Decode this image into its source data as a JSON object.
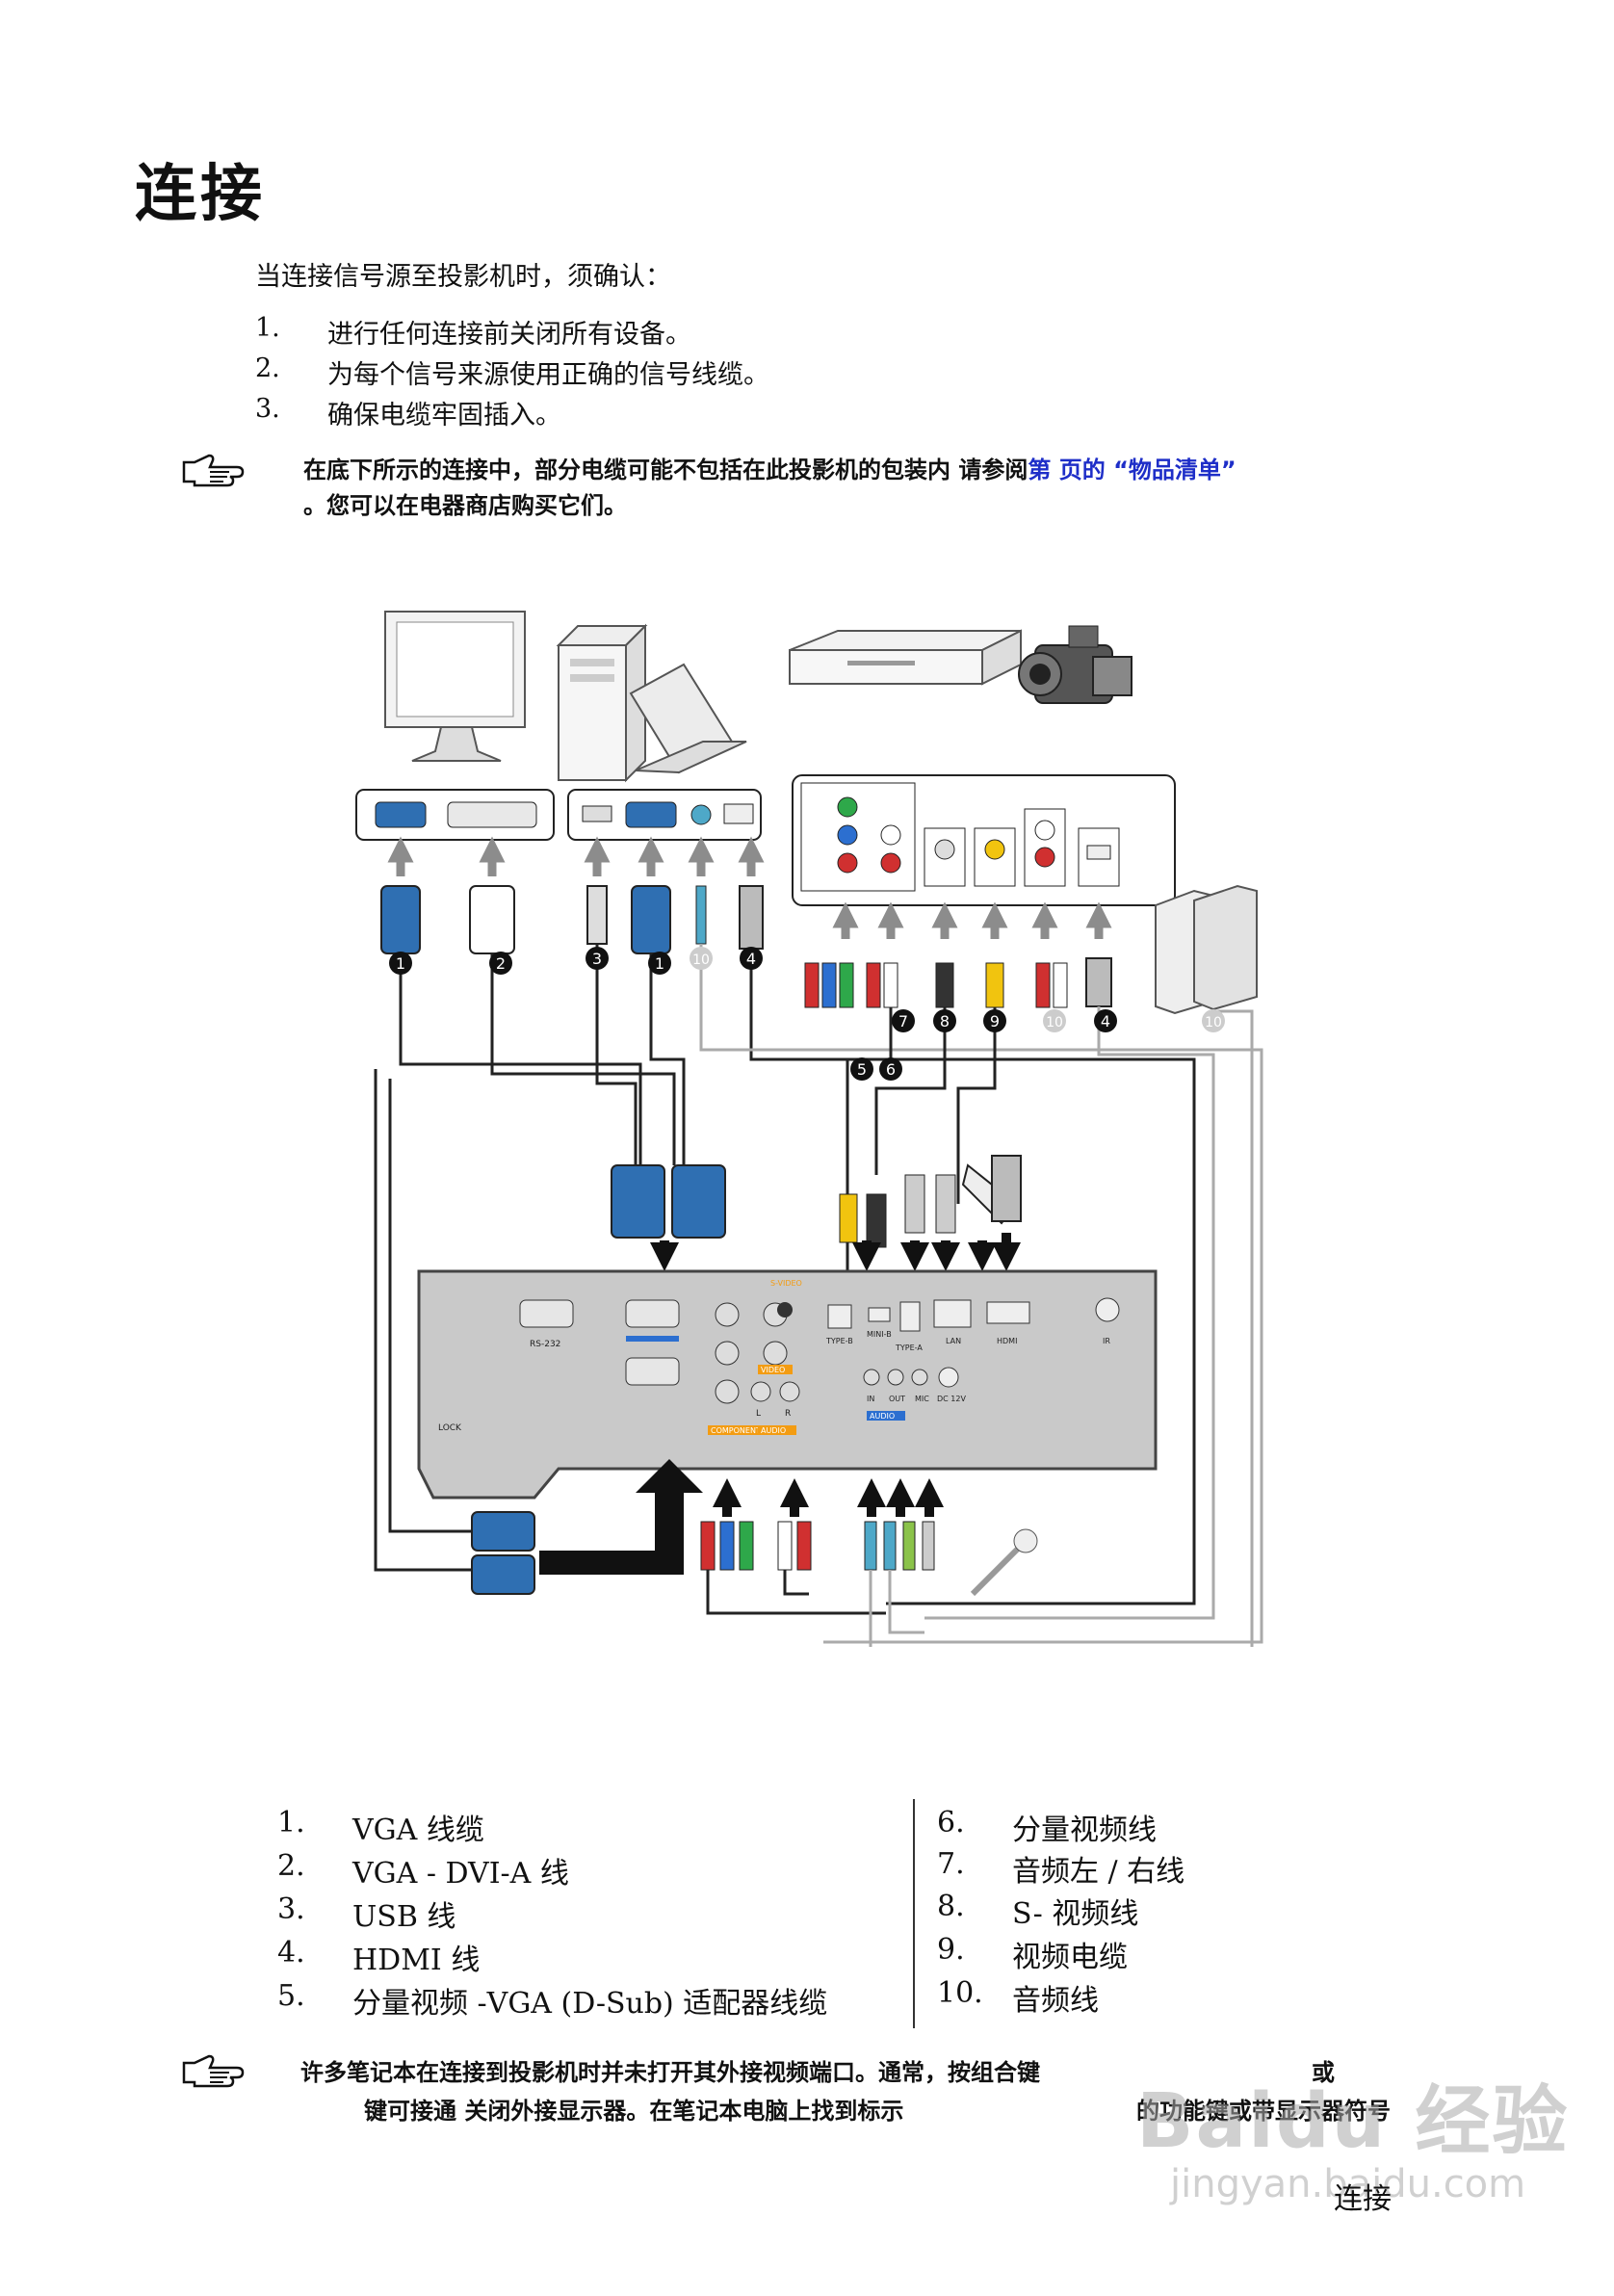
{
  "title": "连接",
  "intro": "当连接信号源至投影机时，须确认：",
  "steps": [
    {
      "num": "1.",
      "text": "进行任何连接前关闭所有设备。"
    },
    {
      "num": "2.",
      "text": "为每个信号来源使用正确的信号线缆。"
    },
    {
      "num": "3.",
      "text": "确保电缆牢固插入。"
    }
  ],
  "note1": {
    "line1_a": "在底下所示的连接中，部分电缆可能不包括在此投影机的包装内   请参阅",
    "line1_link": "第    页的 “物品清单”",
    "line2": "。您可以在电器商店购买它们。"
  },
  "diagram": {
    "port_labels": [
      "RS-232",
      "LOCK",
      "COMPONENT",
      "VIDEO",
      "AUDIO",
      "TYPE-B",
      "MINI-B",
      "TYPE-A",
      "LAN",
      "HDMI",
      "IR",
      "IN",
      "OUT",
      "MIC",
      "DC 12V",
      "L",
      "R",
      "S-VIDEO"
    ],
    "callouts": [
      "1",
      "2",
      "3",
      "1",
      "10",
      "4",
      "5",
      "6",
      "7",
      "8",
      "9",
      "10",
      "4",
      "10"
    ]
  },
  "legend": [
    {
      "num": "1.",
      "text": "VGA 线缆"
    },
    {
      "num": "2.",
      "text": "VGA - DVI-A 线"
    },
    {
      "num": "3.",
      "text": "USB 线"
    },
    {
      "num": "4.",
      "text": "HDMI 线"
    },
    {
      "num": "5.",
      "text": "分量视频 -VGA (D-Sub) 适配器线缆"
    },
    {
      "num": "6.",
      "text": "分量视频线"
    },
    {
      "num": "7.",
      "text": "音频左 / 右线"
    },
    {
      "num": "8.",
      "text": "S- 视频线"
    },
    {
      "num": "9.",
      "text": "视频电缆"
    },
    {
      "num": "10.",
      "text": "音频线"
    }
  ],
  "note2": {
    "line1_a": "许多笔记本在连接到投影机时并未打开其外接视频端口。通常，按组合键",
    "line1_b": "或",
    "line2_a": "键可接通   关闭外接显示器。在笔记本电脑上找到标示",
    "line2_b": "的功能键或带显示器符号"
  },
  "footer": "连接",
  "watermark": {
    "line1": "Baidu 经验",
    "line2": "jingyan.baidu.com"
  }
}
